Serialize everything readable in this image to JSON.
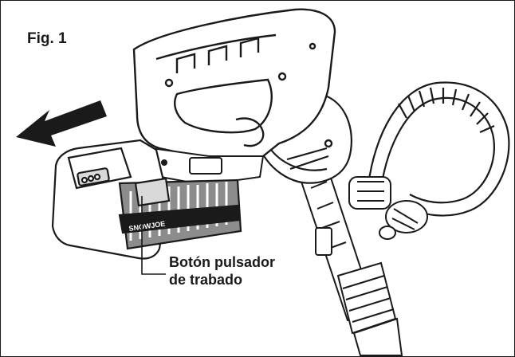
{
  "figure": {
    "label": "Fig. 1",
    "callout": {
      "line1": "Botón pulsador",
      "line2": "de trabado"
    },
    "battery_brand": "SNOWJOE"
  },
  "colors": {
    "ink": "#1a1a1a",
    "paper": "#ffffff",
    "shade": "#d9d9d9",
    "dark_shade": "#8c8c8c"
  }
}
